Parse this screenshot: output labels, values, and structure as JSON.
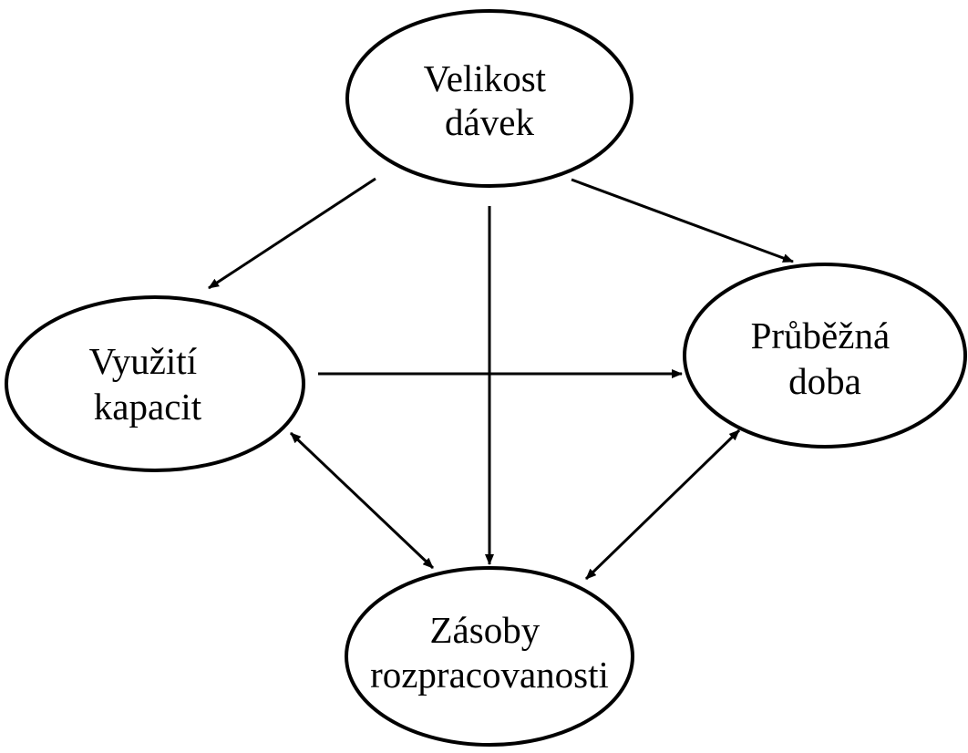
{
  "diagram": {
    "nodes": {
      "batch_size": {
        "line1": "Velikost",
        "line2": "dávek"
      },
      "capacity_utilization": {
        "line1": "Využití",
        "line2": "kapacit"
      },
      "lead_time": {
        "line1": "Průběžná",
        "line2": "doba"
      },
      "wip_inventory": {
        "line1": "Zásoby",
        "line2": "rozpracovanosti"
      }
    },
    "edges": [
      {
        "from": "batch_size",
        "to": "capacity_utilization",
        "direction": "forward"
      },
      {
        "from": "batch_size",
        "to": "wip_inventory",
        "direction": "forward"
      },
      {
        "from": "batch_size",
        "to": "lead_time",
        "direction": "forward"
      },
      {
        "from": "capacity_utilization",
        "to": "lead_time",
        "direction": "forward"
      },
      {
        "from": "capacity_utilization",
        "to": "wip_inventory",
        "direction": "both"
      },
      {
        "from": "lead_time",
        "to": "wip_inventory",
        "direction": "both"
      }
    ],
    "colors": {
      "stroke": "#000000",
      "fill": "#ffffff"
    }
  }
}
